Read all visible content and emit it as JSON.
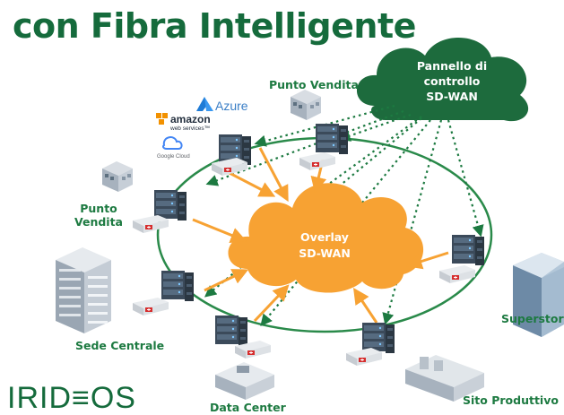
{
  "title": "con Fibra Intelligente",
  "control_panel": {
    "line1": "Pannello di",
    "line2": "controllo",
    "line3": "SD-WAN"
  },
  "overlay": {
    "line1": "Overlay",
    "line2": "SD-WAN"
  },
  "sites": {
    "punto_vendita_top": "Punto Vendita",
    "punto_vendita_left_1": "Punto",
    "punto_vendita_left_2": "Vendita",
    "sede_centrale": "Sede Centrale",
    "data_center": "Data Center",
    "superstore": "Superstore",
    "sito_produttivo": "Sito Produttivo"
  },
  "clouds": {
    "azure": "Azure",
    "aws_1": "amazon",
    "aws_2": "web services™",
    "google": "Google Cloud"
  },
  "brand": "IRID≡OS",
  "colors": {
    "dark_green": "#1d6b3d",
    "ring_green": "#2a8a4a",
    "orange": "#f7a233",
    "white": "#ffffff"
  }
}
